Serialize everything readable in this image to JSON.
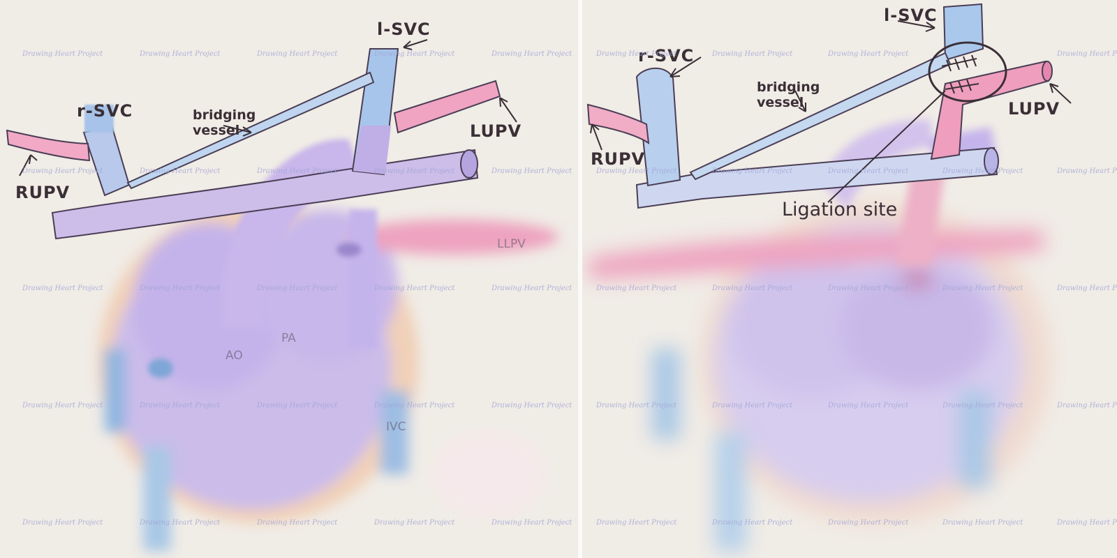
{
  "watermark": "Drawing Heart Project",
  "left_panel": {
    "labels": {
      "l_svc": "l-SVC",
      "r_svc": "r-SVC",
      "bridging_vessel_line1": "bridging",
      "bridging_vessel_line2": "vessel",
      "lupv": "LUPV",
      "rupv": "RUPV",
      "ao": "AO",
      "pa": "PA",
      "ivc": "IVC",
      "llpv": "LLPV"
    }
  },
  "right_panel": {
    "labels": {
      "l_svc": "l-SVC",
      "r_svc": "r-SVC",
      "bridging_vessel_line1": "bridging",
      "bridging_vessel_line2": "vessel",
      "lupv": "LUPV",
      "rupv": "RUPV",
      "ligation_site": "Ligation site"
    }
  },
  "colors": {
    "vein_blue": "#a9c8e6",
    "pulmonary_pink": "#ee9fbd",
    "heart_purple": "#cbbcea",
    "outline": "#3a2f36",
    "epicardium_orange": "#f0c7a8"
  }
}
